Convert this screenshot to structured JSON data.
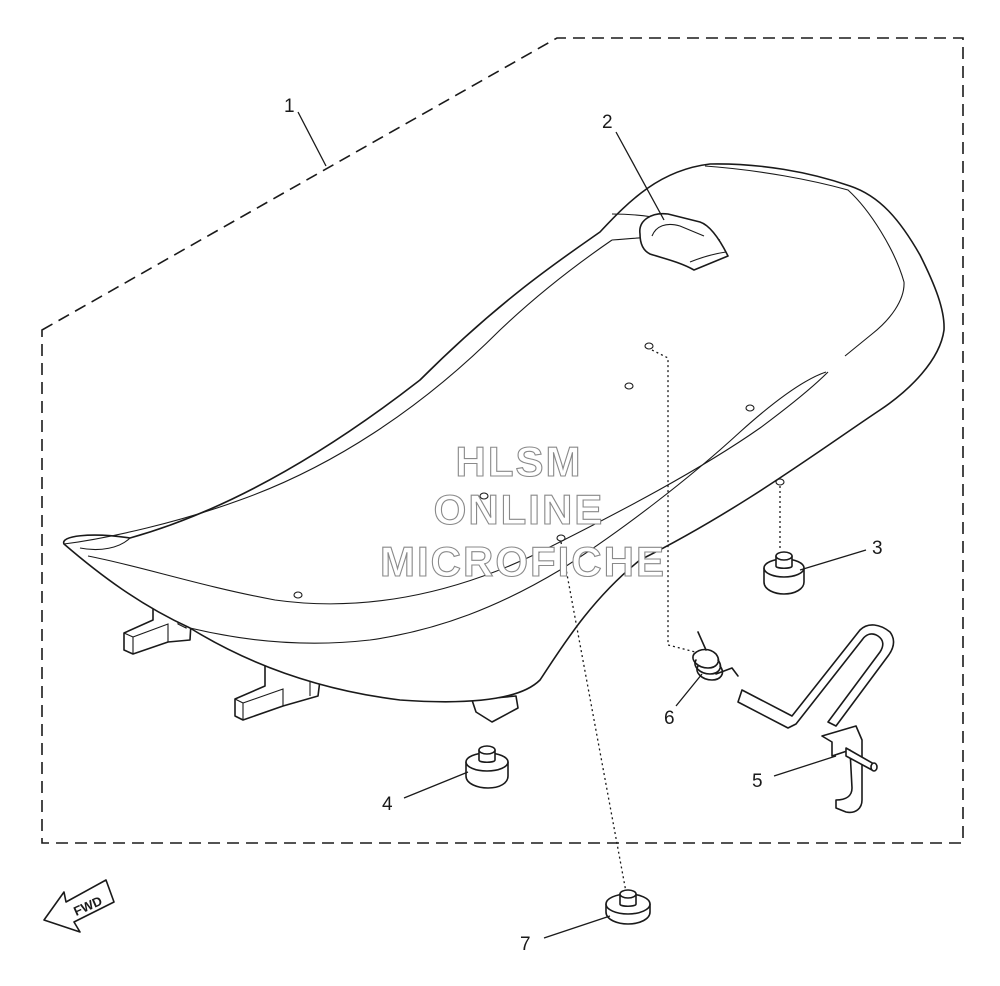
{
  "callouts": [
    {
      "id": "1",
      "label": "1"
    },
    {
      "id": "2",
      "label": "2"
    },
    {
      "id": "3",
      "label": "3"
    },
    {
      "id": "4",
      "label": "4"
    },
    {
      "id": "5",
      "label": "5"
    },
    {
      "id": "6",
      "label": "6"
    },
    {
      "id": "7",
      "label": "7"
    }
  ],
  "watermark": {
    "line1": "HLSM",
    "line2": "ONLINE",
    "line3": "MICROFICHE"
  },
  "direction_indicator": "FWD",
  "colors": {
    "line": "#1a1a1a",
    "background": "#ffffff",
    "watermark_outline": "#8a8a8a"
  }
}
